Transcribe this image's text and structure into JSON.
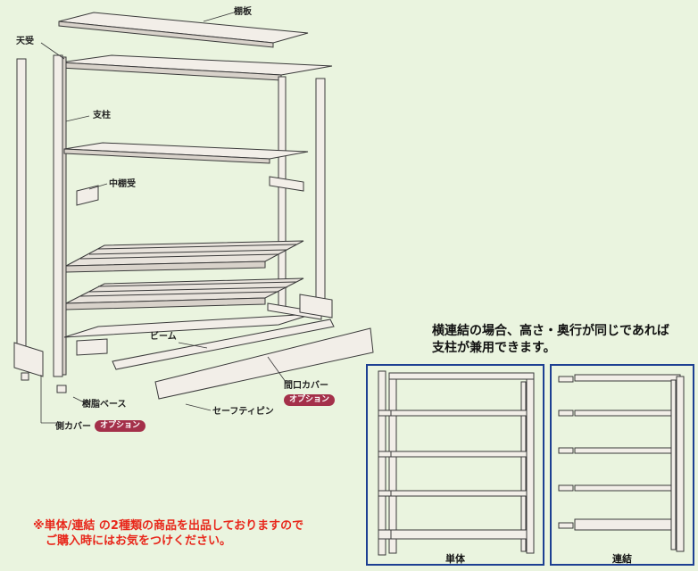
{
  "labels": {
    "tanaita": "棚板",
    "tenuke": "天受",
    "shichu": "支柱",
    "nakatanauke": "中棚受",
    "beam": "ビーム",
    "jushi_base": "樹脂ベース",
    "safety_pin": "セーフティピン",
    "maguchi_cover": "間口カバー",
    "soku_cover": "側カバー",
    "option": "オプション"
  },
  "note": {
    "line1": "横連結の場合、高さ・奥行が同じであれば",
    "line2": "支柱が兼用できます。"
  },
  "warning": {
    "line1": "※単体/連結 の2種類の商品を出品しておりますので",
    "line2": "ご購入時にはお気をつけください。"
  },
  "panels": {
    "single_caption": "単体",
    "linked_caption": "連結"
  },
  "colors": {
    "background": "#eaf4df",
    "panel_border": "#1d3f92",
    "option_badge": "#a4304a",
    "warning_text": "#e8271b"
  }
}
